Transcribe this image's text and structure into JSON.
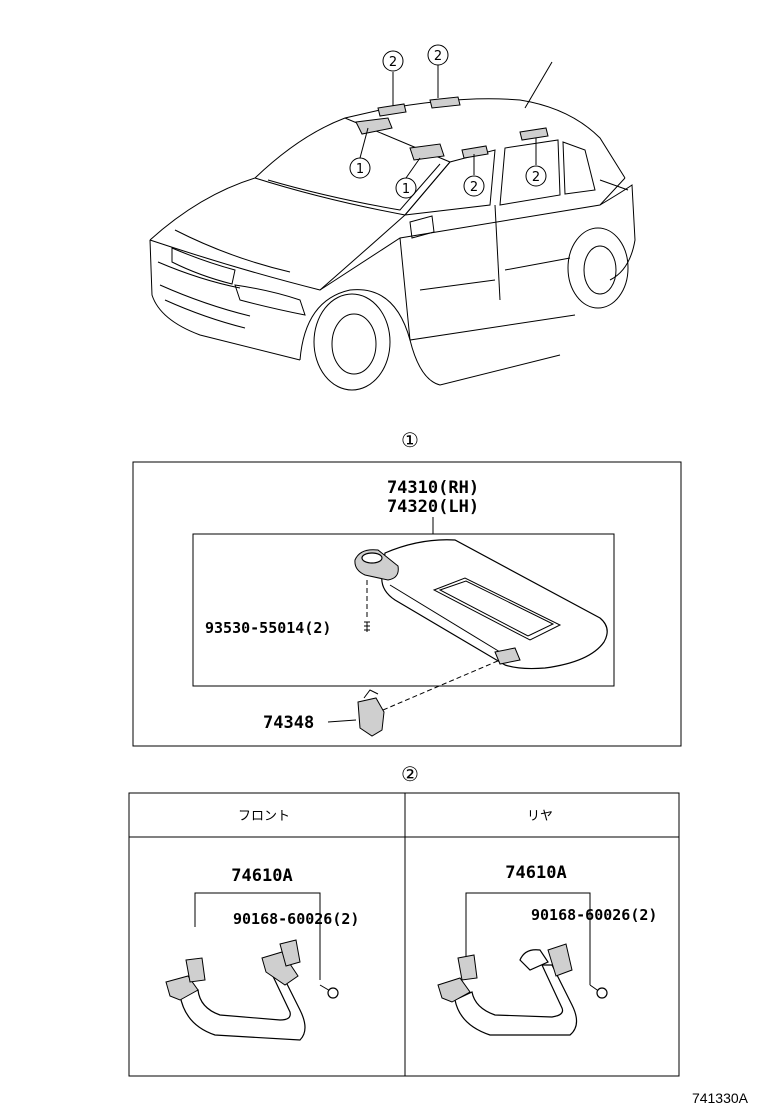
{
  "car": {
    "callouts": [
      "2",
      "2",
      "1",
      "1",
      "2",
      "2"
    ]
  },
  "section1": {
    "marker": "①",
    "part_rh": "74310(RH)",
    "part_lh": "74320(LH)",
    "screw": "93530-55014(2)",
    "holder": "74348"
  },
  "section2": {
    "marker": "②",
    "front": {
      "header": "フロント",
      "part": "74610A",
      "screw": "90168-60026(2)"
    },
    "rear": {
      "header": "リヤ",
      "part": "74610A",
      "screw": "90168-60026(2)"
    }
  },
  "figure_code": "741330A"
}
